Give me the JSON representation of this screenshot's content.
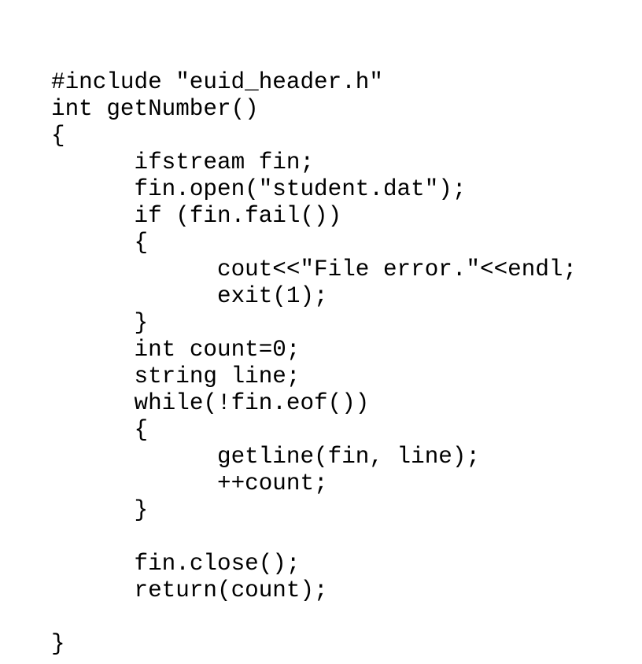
{
  "document": {
    "code_lines": [
      "#include \"euid_header.h\"",
      "int getNumber()",
      "{",
      "\tifstream fin;",
      "\tfin.open(\"student.dat\");",
      "\tif (fin.fail())",
      "\t{",
      "\t\tcout<<\"File error.\"<<endl;",
      "\t\texit(1);",
      "\t}",
      "\tint count=0;",
      "\tstring line;",
      "\twhile(!fin.eof())",
      "\t{",
      "\t\tgetline(fin, line);",
      "\t\t++count;",
      "\t}",
      "",
      "\tfin.close();",
      "\treturn(count);",
      "",
      "}"
    ]
  }
}
